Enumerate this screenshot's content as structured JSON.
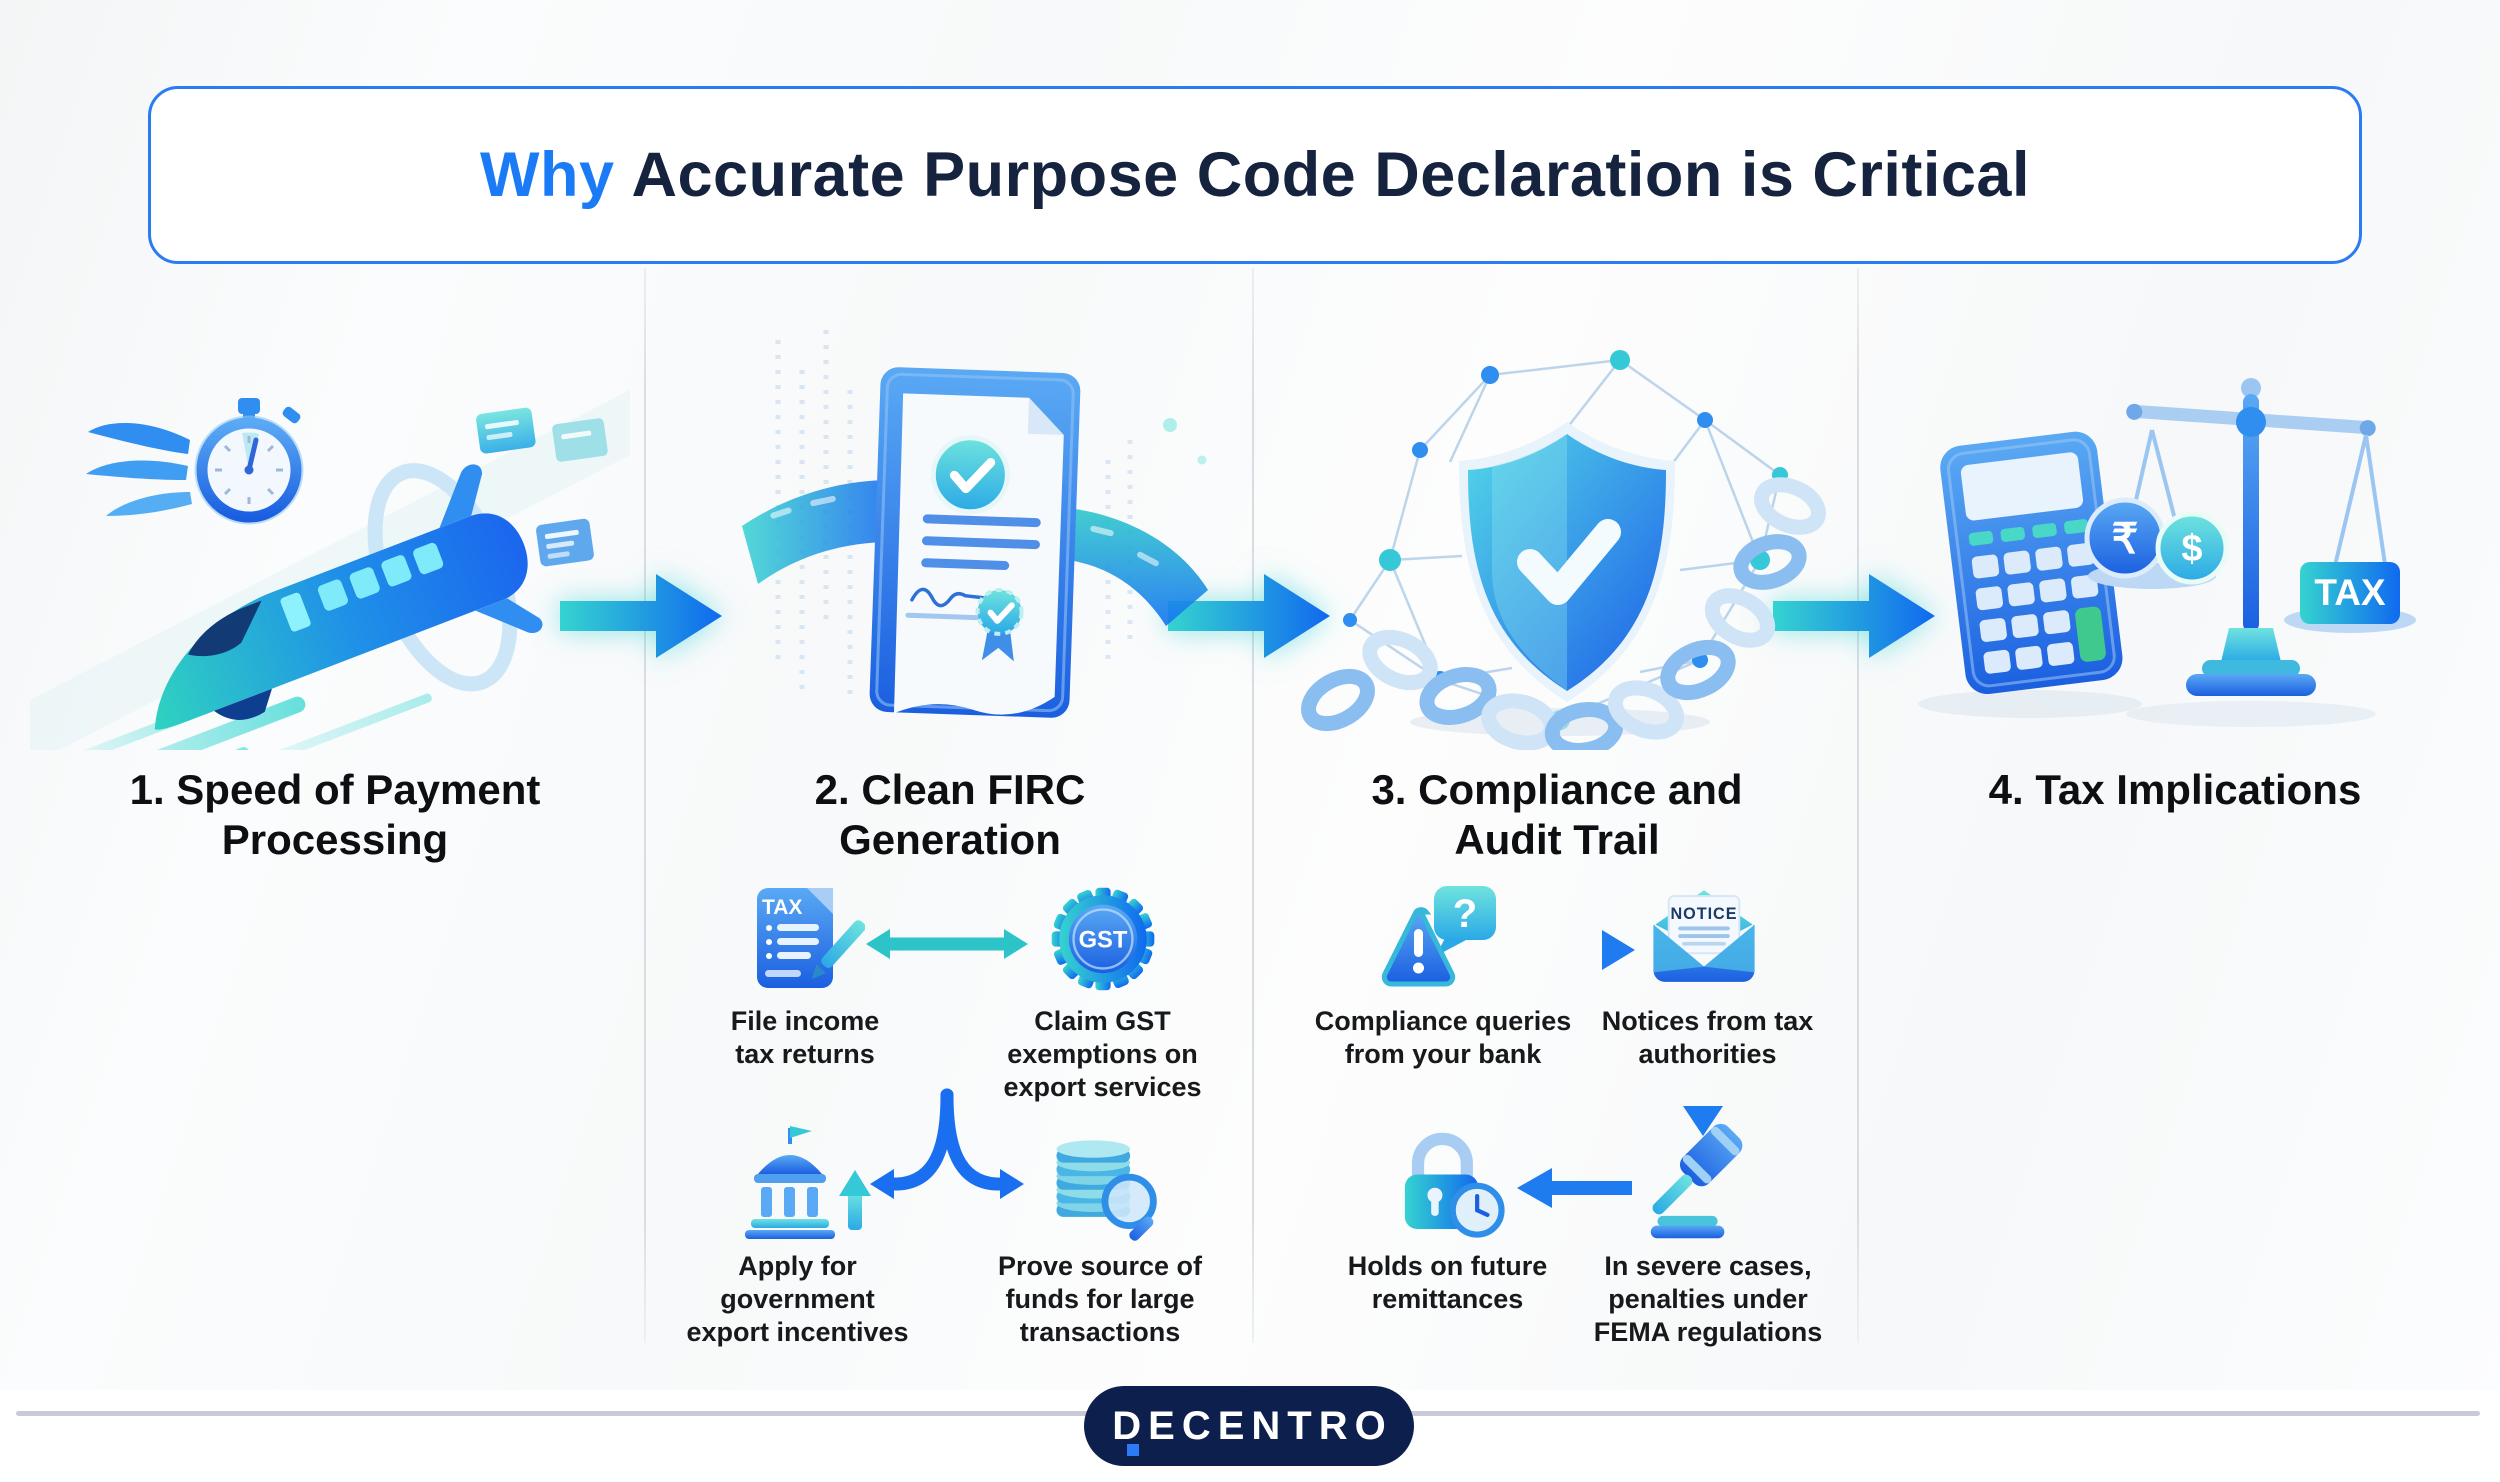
{
  "title": {
    "highlight": "Why",
    "rest": "Accurate Purpose Code Declaration is Critical"
  },
  "columns": [
    {
      "heading": "1. Speed of Payment Processing"
    },
    {
      "heading": "2. Clean FIRC Generation",
      "items": [
        "File income tax returns",
        "Claim GST exemptions on export services",
        "Apply for government export incentives",
        "Prove source of funds for large transactions"
      ]
    },
    {
      "heading": "3. Compliance and Audit Trail",
      "items": [
        "Compliance queries from your bank",
        "Notices from tax authorities",
        "Holds on future remittances",
        "In severe cases, penalties under FEMA regulations"
      ]
    },
    {
      "heading": "4. Tax Implications"
    }
  ],
  "icon_text": {
    "tax_document": "TAX",
    "gst_badge": "GST",
    "notice_envelope": "NOTICE",
    "tax_tag": "TAX",
    "rupee_coin": "₹",
    "dollar_coin": "$"
  },
  "footer": {
    "brand": "DECENTRO"
  },
  "colors": {
    "accent_blue": "#1b7bf7",
    "teal": "#2fc9cc",
    "navy_pill": "#0c1f4d",
    "title_text": "#16233f",
    "border_blue": "#2b7bf3",
    "divider_gray": "#d9dde3"
  }
}
